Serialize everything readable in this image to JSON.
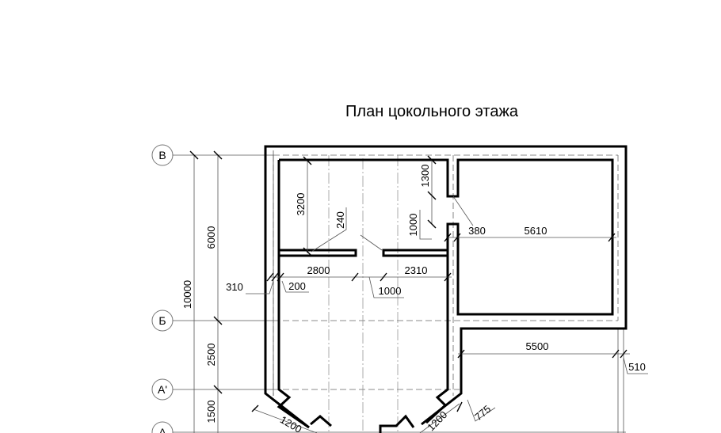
{
  "title": "План цокольного этажа",
  "axes": {
    "v": "В",
    "b": "Б",
    "a_prime": "А'",
    "a": "А"
  },
  "dimensions": {
    "total_height": "10000",
    "v_to_b": "6000",
    "b_to_a_prime": "2500",
    "a_prime_to_a": "1500",
    "room_depth": "3200",
    "partition": "240",
    "wall_segment": "1300",
    "door_opening": "1000",
    "wall_380": "380",
    "right_room_width": "5610",
    "left_span": "2800",
    "right_span": "2310",
    "outer_wall": "310",
    "inner_wall": "200",
    "center_opening": "1000",
    "lower_width": "5500",
    "offset": "510",
    "bay_side_left": "1200",
    "bay_side_right": "1200",
    "bay_offset": "775"
  }
}
